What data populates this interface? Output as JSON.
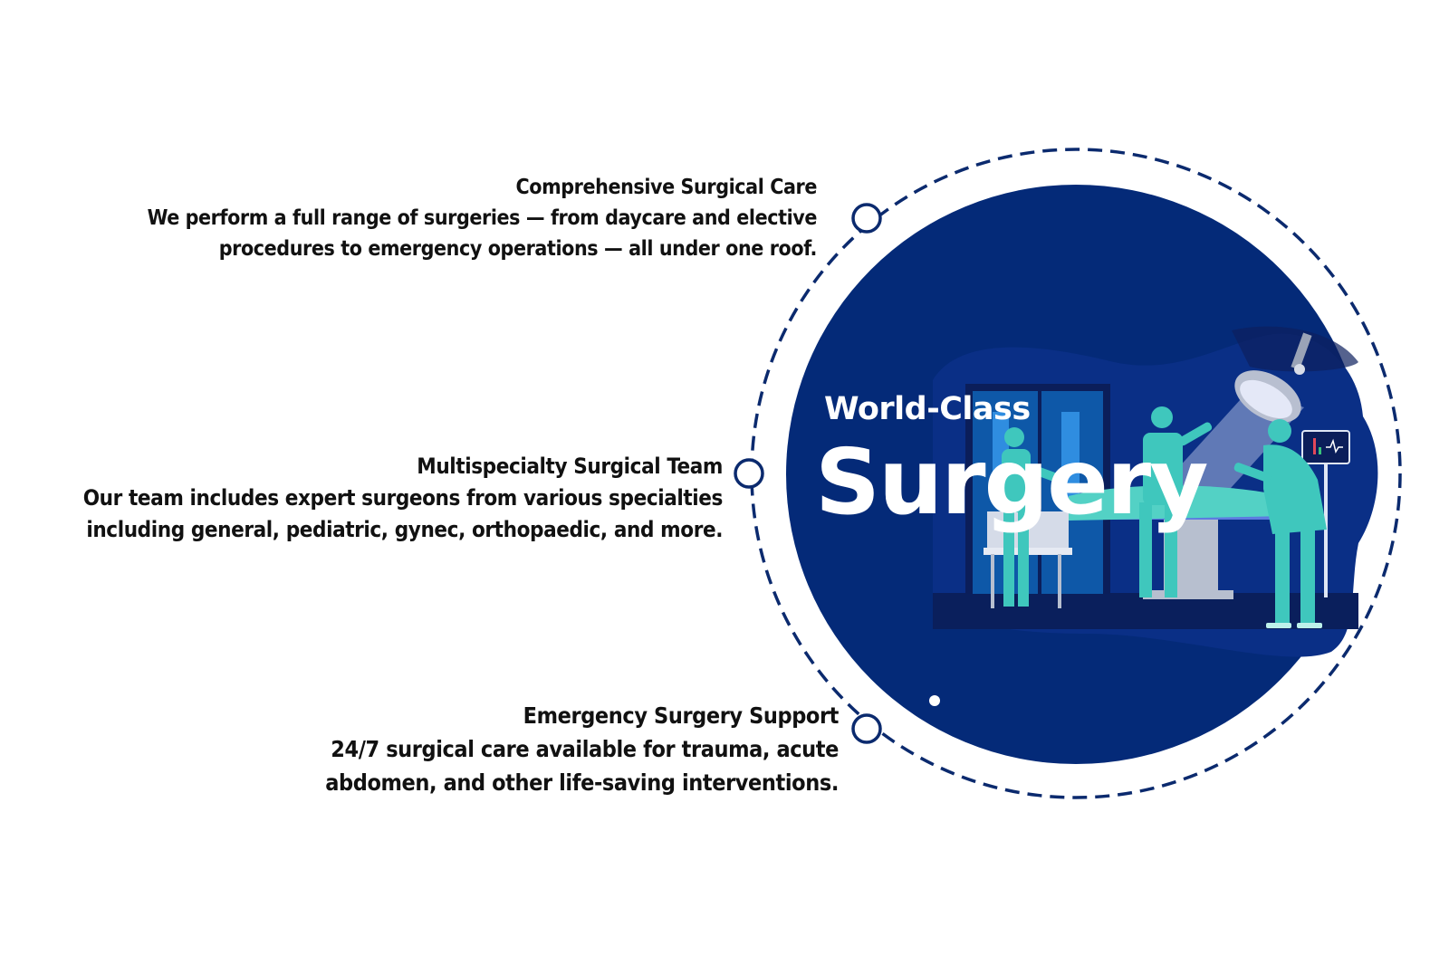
{
  "features": [
    {
      "title": "Comprehensive Surgical Care",
      "lines": [
        "We perform a full range of surgeries — from daycare and elective",
        "procedures to emergency operations — all under one roof."
      ]
    },
    {
      "title": "Multispecialty Surgical Team",
      "lines": [
        "Our team includes expert surgeons from various specialties",
        "including general, pediatric, gynec, orthopaedic, and more."
      ]
    },
    {
      "title": "Emergency Surgery Support",
      "lines": [
        "24/7 surgical care available for trauma, acute",
        "abdomen, and other life-saving interventions."
      ]
    }
  ],
  "hero": {
    "subtitle": "World-Class",
    "title": "Surgery",
    "illustration": "operating-room-surgeons-illustration"
  },
  "colors": {
    "navy": "#042a78",
    "dark_navy": "#0a1f5c",
    "scrub_teal": "#3fc7bd",
    "text": "#111111",
    "background": "#ffffff"
  }
}
